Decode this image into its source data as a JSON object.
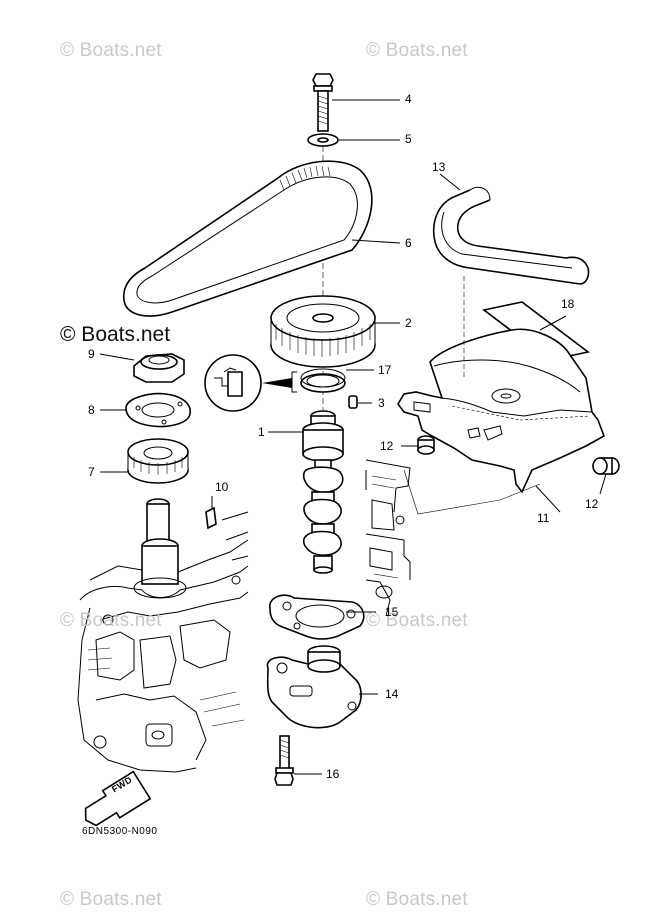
{
  "diagram": {
    "watermarks": {
      "top_left": "© Boats.net",
      "top_right": "© Boats.net",
      "mid_left_bold": "© Boats.net",
      "mid_left_faint": "© Boats.net",
      "mid_right": "© Boats.net",
      "bottom_left": "© Boats.net",
      "bottom_right": "© Boats.net"
    },
    "callouts": [
      "1",
      "2",
      "3",
      "4",
      "5",
      "6",
      "7",
      "8",
      "9",
      "10",
      "11",
      "12",
      "12",
      "13",
      "14",
      "15",
      "16",
      "17",
      "18"
    ],
    "fwd_label": "FWD",
    "drawing_code": "6DN5300-N090"
  }
}
